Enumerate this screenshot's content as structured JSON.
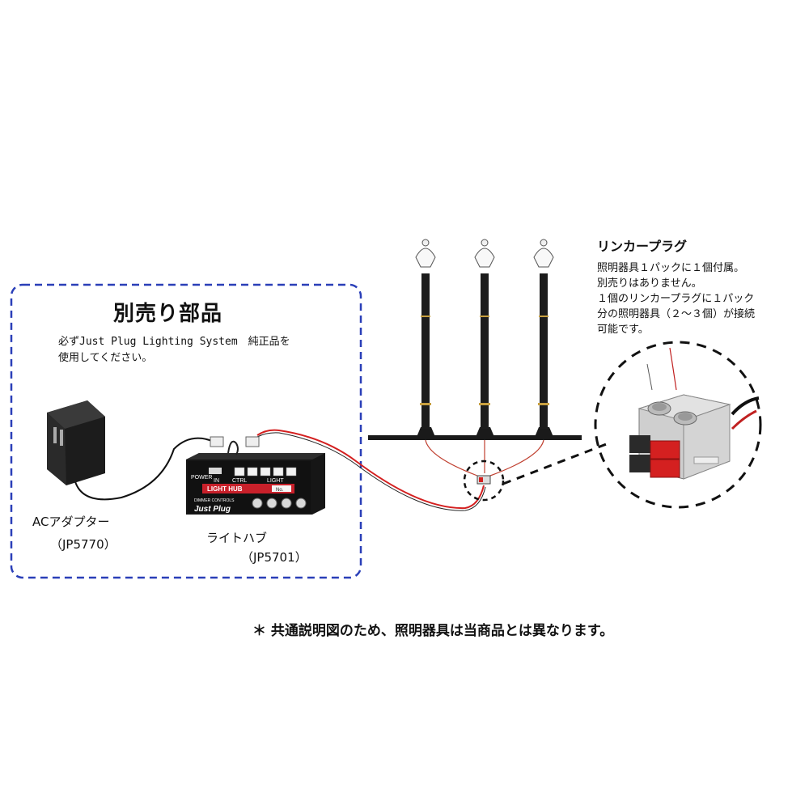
{
  "optional_parts": {
    "title": "別売り部品",
    "note_line1": "必ずJust Plug Lighting System　純正品を",
    "note_line2": "使用してください。"
  },
  "ac_adapter": {
    "name": "ACアダプター",
    "code": "（JP5770）"
  },
  "light_hub": {
    "name": "ライトハブ",
    "code": "（JP5701）",
    "panel_label": "LIGHT HUB",
    "brand": "Just Plug",
    "dimmer_label": "DIMMER CONTROLS",
    "power_label": "POWER",
    "in_label": "IN",
    "ctrl_label": "CTRL",
    "light_label": "LIGHT",
    "no_label": "No."
  },
  "linker_plug": {
    "title": "リンカープラグ",
    "desc_line1": "照明器具１パックに１個付属。",
    "desc_line2": "別売りはありません。",
    "desc_line3": "１個のリンカープラグに１パック",
    "desc_line4": "分の照明器具（２～３個）が接続",
    "desc_line5": "可能です。"
  },
  "footnote": "＊ 共通説明図のため、照明器具は当商品とは異なります。",
  "colors": {
    "dashed_box": "#2a3fb8",
    "wire_red": "#d42020",
    "hub_red": "#c8202a",
    "lamp_post": "#1a1a1a"
  }
}
